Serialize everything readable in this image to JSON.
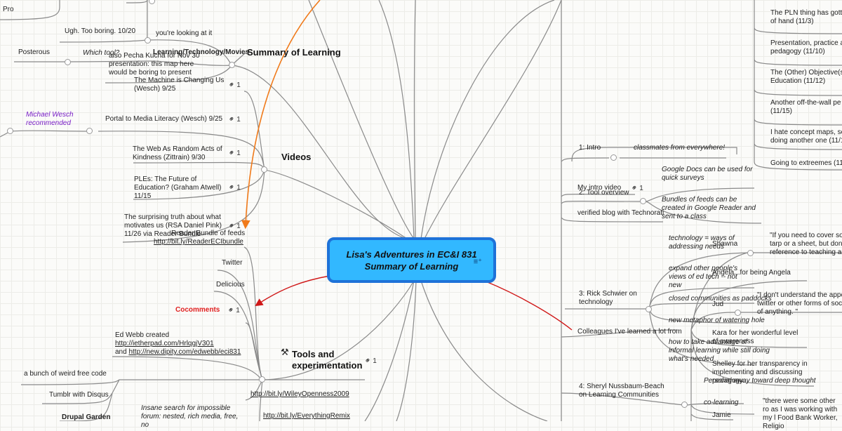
{
  "central": {
    "title_line1": "Lisa's Adventures in EC&I 831",
    "title_line2": "Summary of Learning",
    "note_icon": "notes-icon"
  },
  "left": {
    "pro": "Pro",
    "too_boring": "Ugh. Too boring. 10/20",
    "posterous": "Posterous",
    "which_tool": "Which tool?",
    "youre_looking": "you're looking at it",
    "ltm": "Learning/Technology/Movies",
    "pecha_kucha": "also Pecha Kucha for Nov 30 presentation: this map here would be boring to present",
    "summary": {
      "label": "Summary of Learning",
      "items": [
        {
          "text": "The Machine is Changing Us (Wesch) 9/25",
          "links": "1"
        }
      ]
    },
    "wesch_note": "Michael Wesch recommended",
    "videos": {
      "label": "Videos",
      "items": [
        {
          "text": "Portal to Media Literacy (Wesch) 9/25",
          "links": "1"
        },
        {
          "text": "The Web As Random Acts of Kindness (Zittrain) 9/30",
          "links": "1"
        },
        {
          "text": "PLEs: The Future of Education? (Graham Atwell) 11/15",
          "links": "1"
        },
        {
          "text": "The surprising truth about what motivates us (RSA Daniel Pink) 11/26 via Reader Bundle",
          "links": "1"
        }
      ]
    },
    "tools": {
      "label": "Tools and experimentation",
      "icon": "hammer-icon",
      "links": "1",
      "items": [
        {
          "text": "Reader Bundle of feeds",
          "url": "http://bit.ly/ReaderECIbundle"
        },
        {
          "text": "Twitter"
        },
        {
          "text": "Delicious"
        },
        {
          "text": "Cocomments",
          "links": "1"
        },
        {
          "text": "Ed Webb created",
          "url1": "http://ietherpad.com/HrlqgjV301",
          "and": "and",
          "url2": "http://new.dipity.com/edwebb/eci831"
        },
        {
          "url": "http://bit.ly/WileyOpenness2009"
        },
        {
          "url": "http://bit.ly/EverythingRemix"
        }
      ]
    },
    "weird_code": "a bunch of weird free code",
    "tumblr": "Tumblr with Disqus",
    "drupal": "Drupal Garden",
    "insane": "Insane search for impossible forum: nested, rich media, free, no"
  },
  "right": {
    "reflections": [
      "The PLN thing has gotte of hand (11/3)",
      "Presentation, practice a pedagogy (11/10)",
      "The (Other) Objective(s Education (11/12)",
      "Another off-the-wall pe (11/15)",
      "I hate concept maps, so doing another one (11/1",
      "Going to extreemes (11/"
    ],
    "intro": {
      "label": "1: Intro",
      "note": "classmates from everywhere!"
    },
    "video": {
      "text": "My intro video",
      "links": "1"
    },
    "tool_overview": {
      "label": "2: Tool overview",
      "notes": [
        "Google Docs can be used for quick surveys",
        "Bundles of feeds can be created in Google Reader and sent to a class"
      ]
    },
    "verified": "verified blog with Technorati",
    "schwier": {
      "label": "3: Rick Schwier on technology",
      "notes": [
        "technology = ways of addressing needs",
        "expand other people's views of ed tech -- not new",
        "closed communities as paddocks",
        "new metaphor of watering hole",
        "how to take advantage of informal learning while still doing what's needed"
      ]
    },
    "colleagues": {
      "label": "Colleagues I've learned a lot from",
      "items": [
        "Shawna",
        "Angela...for being Angela",
        "Jud",
        "Kara for her wonderful level of awareness",
        "Shelley for her transparency in implementing and discussing pedagogy",
        "Jamie"
      ]
    },
    "shawna_quote": "\"If you need to cover so tarp or a sheet, but don' reference to teaching an",
    "jud_quote": "\"I don't understand the appe twitter or other forms of soc of anything. \"",
    "nussbaum": {
      "label": "4: Sheryl Nussbaum-Beach on Learning Communities",
      "notes": [
        "Personal away toward deep thought",
        "co-learning"
      ]
    },
    "bottom_quote": "\"there were some other ro as I was working with my l Food Bank Worker, Religio"
  }
}
